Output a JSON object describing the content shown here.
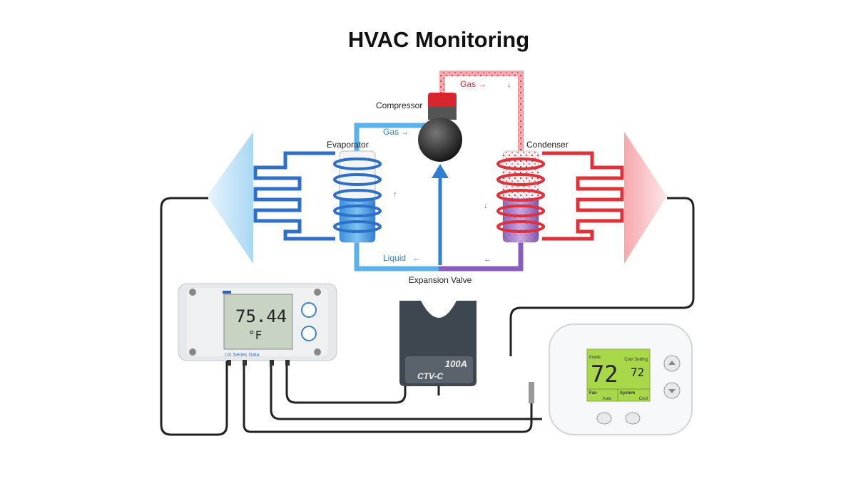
{
  "title": "HVAC Monitoring",
  "labels": {
    "compressor": "Compressor",
    "evaporator": "Evaporator",
    "condenser": "Condenser",
    "gas_top": "Gas",
    "gas_left": "Gas",
    "liquid": "Liquid",
    "expansion_valve": "Expansion Valve"
  },
  "data_logger": {
    "reading": "75.44",
    "unit": "°F",
    "footer": "UX Series Data"
  },
  "current_transformer": {
    "rating": "100A",
    "model": "CTV-C"
  },
  "thermostat": {
    "inside_label": "Inside",
    "inside_temp": "72",
    "setting_label": "Cool Setting",
    "setting_temp": "72",
    "fan_label": "Fan",
    "fan_value": "Auto",
    "system_label": "System",
    "system_value": "Cool"
  },
  "colors": {
    "cold": "#2f7fd0",
    "hot": "#e0303a",
    "liquid": "#7a4fb0",
    "lcd_green": "#a8d84a"
  }
}
